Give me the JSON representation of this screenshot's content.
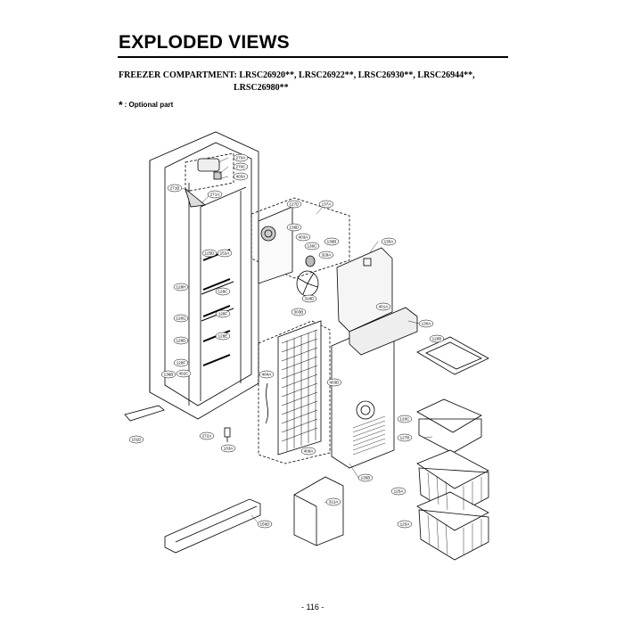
{
  "header": {
    "title": "EXPLODED VIEWS",
    "compartment_line1": "FREEZER COMPARTMENT: LRSC26920**, LRSC26922**, LRSC26930**, LRSC26944**,",
    "compartment_line2": "LRSC26980**",
    "optional_star": "*",
    "optional_text": ": Optional part"
  },
  "footer": {
    "page_number": "- 116 -"
  },
  "parts": {
    "p270a": "270A",
    "p270c": "270C",
    "p403a": "403A",
    "p271b": "271B",
    "p271a": "271A",
    "p127d": "127D",
    "p137a": "137A",
    "p136d": "136D",
    "p403a2": "403A",
    "p136c": "136C",
    "p136b": "136B",
    "p135a": "135A",
    "p329a": "329A",
    "p125d": "125D",
    "p152a": "152A",
    "p128h": "128H",
    "p128c": "128C",
    "p318d": "318D",
    "p303b": "303B",
    "p401a": "401A",
    "p130a": "130A",
    "p128g": "128G",
    "p128f": "128F",
    "p128e": "128E",
    "p120b": "120B",
    "p128d": "128D",
    "p128f2": "128F",
    "p136b2": "136B",
    "p402c": "402C",
    "p404a": "404A",
    "p403d": "403D",
    "p120c": "120C",
    "p101d": "101D",
    "p272a": "272A",
    "p127b": "127B",
    "p103a": "103A",
    "p409a": "409A",
    "p135b": "135B",
    "p125a": "125A",
    "p312a": "312A",
    "p125a2": "125A",
    "p156d": "156D"
  }
}
